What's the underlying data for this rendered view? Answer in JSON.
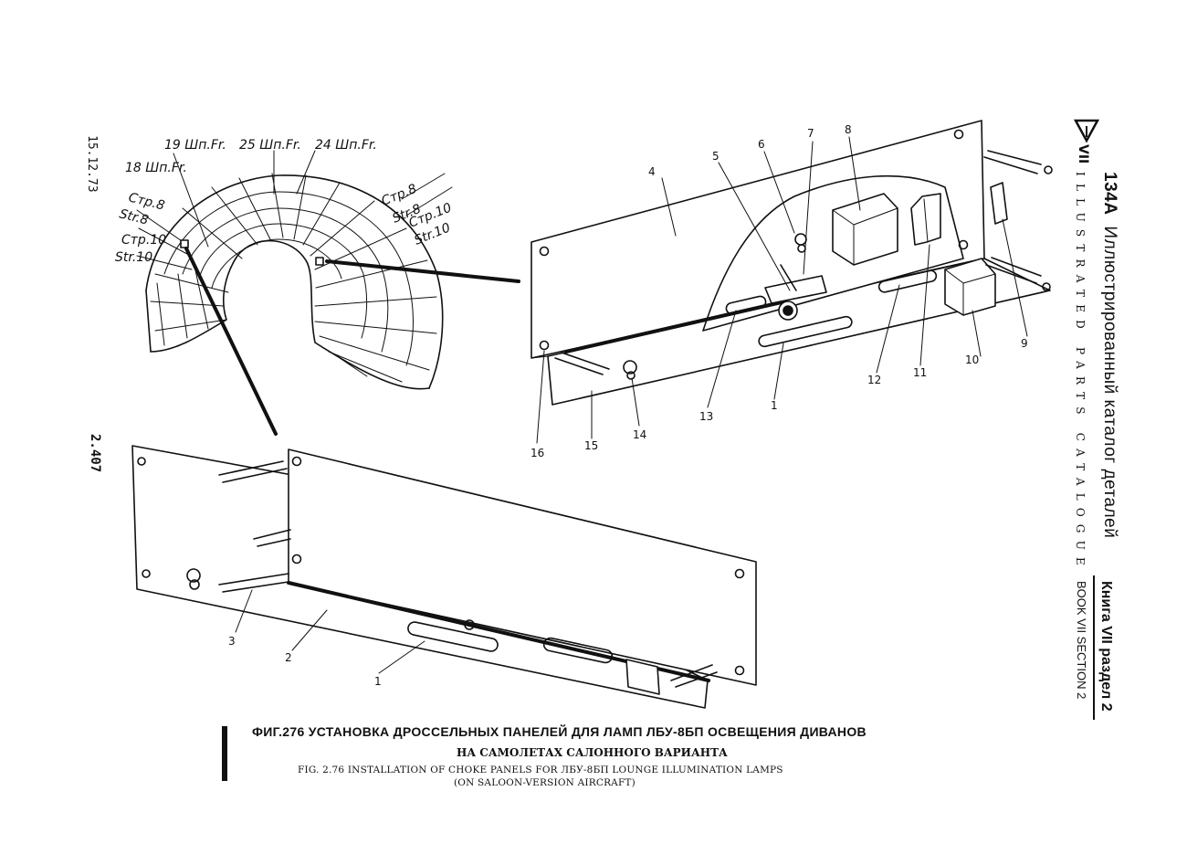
{
  "side_left": {
    "date": "15.12.73",
    "page_number": "2.407"
  },
  "side_right": {
    "model": "134A",
    "catalogue_ru": "Иллюстрированный каталог деталей",
    "catalogue_en": "ILLUSTRATED PARTS CATALOGUE",
    "book_ru": "Книга VII раздел 2",
    "book_en": "BOOK VII SECTION 2"
  },
  "fuselage_labels": {
    "frame_19": "19 Шп.Fr.",
    "frame_25": "25 Шп.Fr.",
    "frame_24": "24 Шп.Fr.",
    "frame_18": "18 Шп.Fr.",
    "cmp8_left": "Стр.8",
    "str8_left": "Str.8",
    "cmp10_left": "Стр.10",
    "str10_left": "Str.10",
    "cmp8_right": "Стр.8",
    "str8_right": "Str.8",
    "cmp10_right": "Стр.10",
    "str10_right": "Str.10"
  },
  "callouts_upper": {
    "n4": "4",
    "n5": "5",
    "n6": "6",
    "n7": "7",
    "n8": "8",
    "n9": "9",
    "n10": "10",
    "n11": "11",
    "n12": "12",
    "n1": "1",
    "n13": "13",
    "n14": "14",
    "n15": "15",
    "n16": "16"
  },
  "callouts_lower": {
    "n1": "1",
    "n2": "2",
    "n3": "3"
  },
  "caption": {
    "ru_line1": "ФИГ.276   УСТАНОВКА ДРОССЕЛЬНЫХ  ПАНЕЛЕЙ ДЛЯ ЛАМП ЛБУ-8БП ОСВЕЩЕНИЯ   ДИВАНОВ",
    "ru_line2": "НА САМОЛЕТАХ САЛОННОГО ВАРИАНТА",
    "en_line1": "FIG. 2.76 INSTALLATION OF CHOKE PANELS FOR ЛБУ-8БП LOUNGE ILLUMINATION LAMPS",
    "en_line2": "(ON SALOON-VERSION AIRCRAFT)"
  }
}
